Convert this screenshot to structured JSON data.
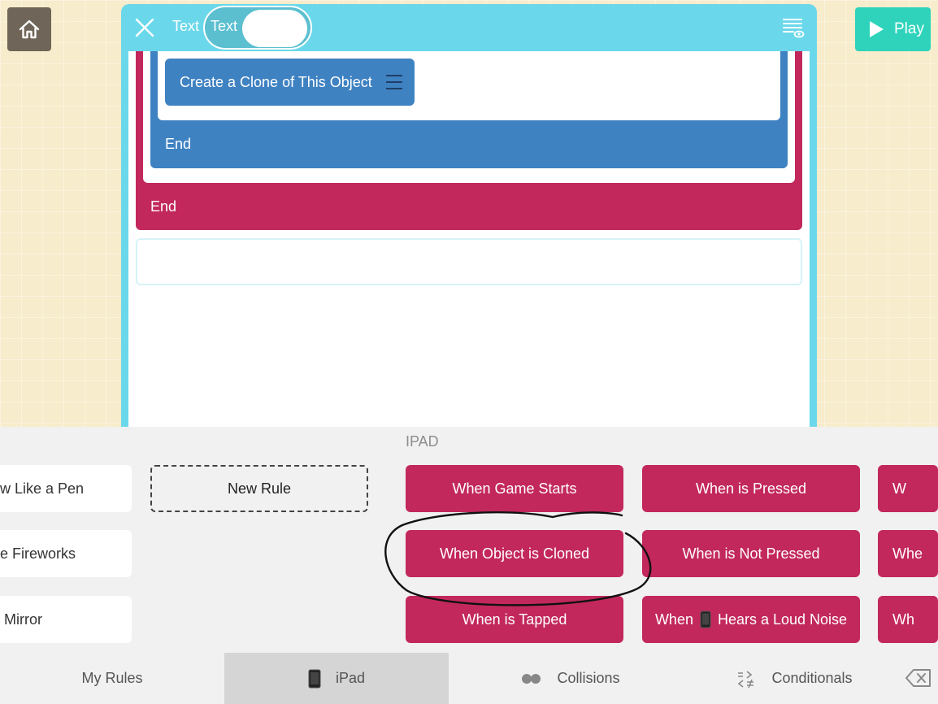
{
  "header": {
    "title": "Text",
    "toggle_label": "Text",
    "play_label": "Play"
  },
  "editor": {
    "clone_action": "Create a Clone of This Object",
    "end_inner": "End",
    "end_outer": "End"
  },
  "palette": {
    "section_title": "IPAD",
    "left_column": [
      "w Like a Pen",
      "e Fireworks",
      " Mirror"
    ],
    "new_rule": "New Rule",
    "column1": [
      "When Game Starts",
      "When Object is Cloned",
      "When is Tapped"
    ],
    "column2": [
      "When is Pressed",
      "When is Not Pressed",
      "When",
      "Hears a Loud Noise"
    ],
    "column3": [
      "W",
      "Whe",
      "Wh"
    ]
  },
  "tabs": [
    {
      "label": "My Rules"
    },
    {
      "label": "iPad"
    },
    {
      "label": "Collisions"
    },
    {
      "label": "Conditionals"
    }
  ],
  "colors": {
    "accent_cyan": "#6ad8ea",
    "rule_red": "#c2285c",
    "action_blue": "#3f82c2",
    "play_green": "#2fd3bb",
    "home_brown": "#6f6659"
  }
}
